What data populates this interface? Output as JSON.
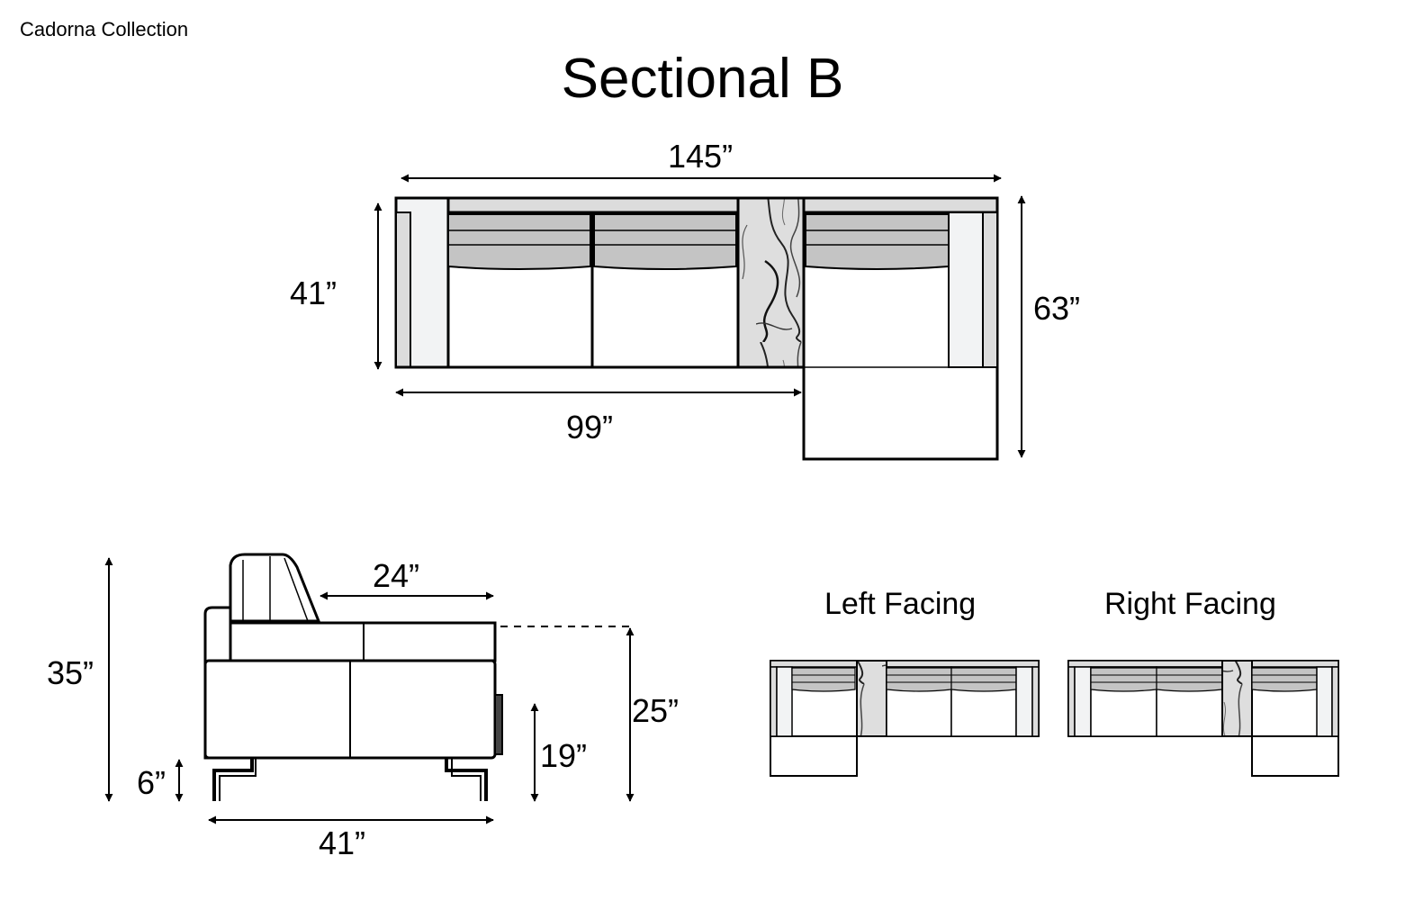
{
  "header": {
    "brand": "Cadorna Collection",
    "title": "Sectional B"
  },
  "top_view": {
    "overall_width": "145”",
    "sofa_depth": "41”",
    "chaise_depth": "63”",
    "sofa_width": "99”"
  },
  "side_view": {
    "overall_height": "35”",
    "seat_depth": "24”",
    "leg_height": "6”",
    "arm_height": "25”",
    "seat_height": "19”",
    "depth": "41”"
  },
  "configurations": {
    "left_label": "Left Facing",
    "right_label": "Right Facing"
  },
  "colors": {
    "line": "#000000",
    "cushion_gray": "#c4c4c4",
    "arm_gray": "#f2f3f4",
    "marble_base": "#dcdcdc"
  }
}
